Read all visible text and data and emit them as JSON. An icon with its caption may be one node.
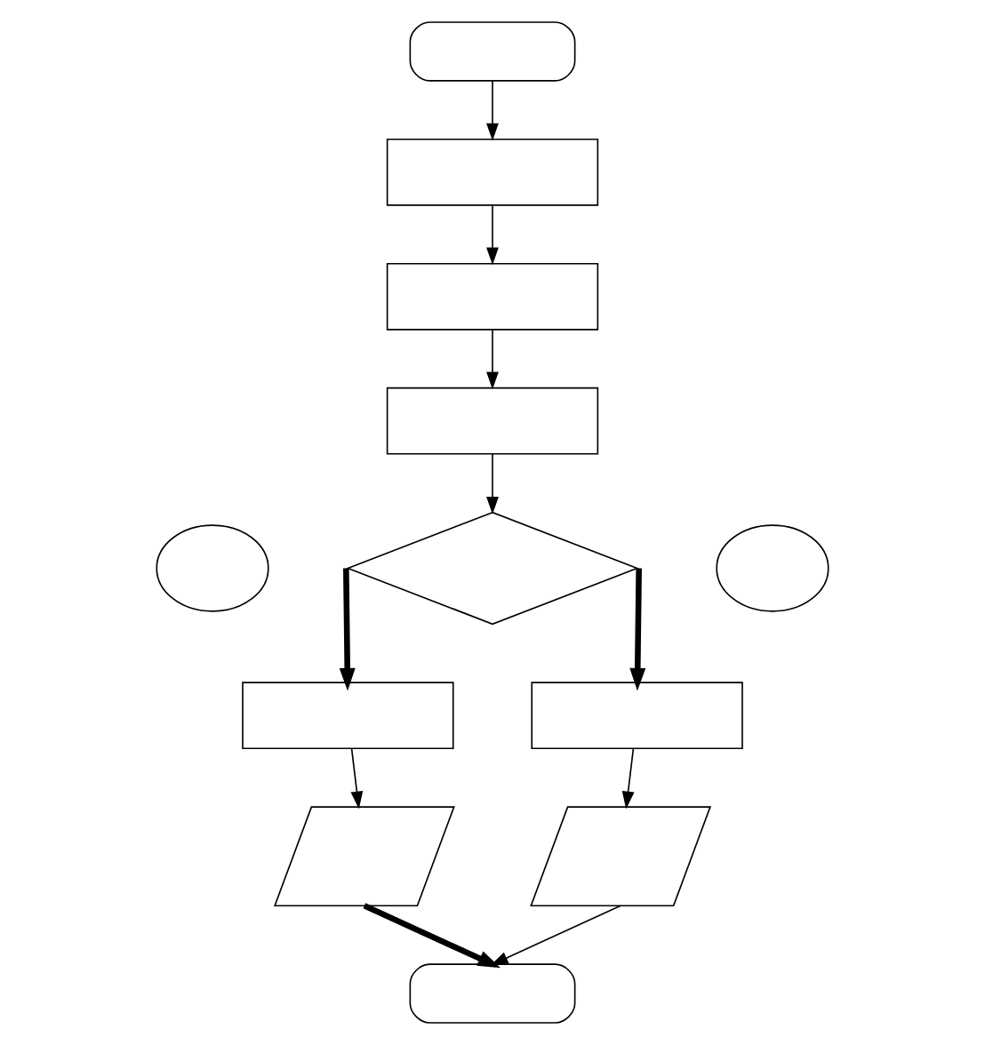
{
  "diagram": {
    "nodes": [
      {
        "text": [],
        "shape": "stadium"
      },
      {
        "text": [],
        "shape": "box"
      },
      {
        "text": [],
        "shape": "box"
      },
      {
        "text": [],
        "shape": "box"
      },
      {
        "text": [],
        "shape": "callout"
      },
      {
        "text": [],
        "shape": "diamond"
      },
      {
        "text": [],
        "shape": "callout"
      },
      {
        "text": [],
        "shape": "box"
      },
      {
        "text": [],
        "shape": "box"
      },
      {
        "text": [],
        "shape": "parallelogram"
      },
      {
        "text": [],
        "shape": "parallelogram"
      },
      {
        "text": [],
        "shape": "stadium"
      }
    ],
    "edges": [
      {
        "from": 0,
        "to": 1,
        "arrow": "to"
      },
      {
        "from": 1,
        "to": 2,
        "arrow": "to"
      },
      {
        "from": 2,
        "to": 3,
        "arrow": "to"
      },
      {
        "from": 3,
        "to": 5,
        "arrow": "to"
      },
      {
        "from": 5,
        "to": 7,
        "arrow": "to",
        "style": "thick"
      },
      {
        "from": 5,
        "to": 8,
        "arrow": "to",
        "style": "thick"
      },
      {
        "from": 7,
        "to": 9,
        "arrow": "to"
      },
      {
        "from": 8,
        "to": 10,
        "arrow": "to"
      },
      {
        "from": 9,
        "to": 11,
        "arrow": "to",
        "style": "thick"
      },
      {
        "from": 10,
        "to": 11,
        "arrow": "to"
      }
    ]
  }
}
